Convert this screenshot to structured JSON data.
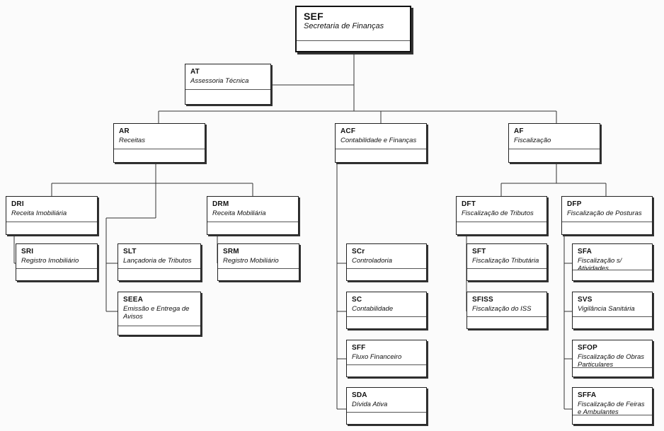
{
  "units": [
    {
      "id": "sef",
      "code": "SEF",
      "name": "Secretaria de Finanças"
    },
    {
      "id": "at",
      "code": "AT",
      "name": "Assessoria Técnica"
    },
    {
      "id": "ar",
      "code": "AR",
      "name": "Receitas"
    },
    {
      "id": "acf",
      "code": "ACF",
      "name": "Contabilidade e Finanças"
    },
    {
      "id": "af",
      "code": "AF",
      "name": "Fiscalização"
    },
    {
      "id": "dri",
      "code": "DRI",
      "name": "Receita Imobiliária"
    },
    {
      "id": "drm",
      "code": "DRM",
      "name": "Receita Mobiliária"
    },
    {
      "id": "sri",
      "code": "SRI",
      "name": "Registro Imobiliário"
    },
    {
      "id": "slt",
      "code": "SLT",
      "name": "Lançadoria de Tributos"
    },
    {
      "id": "srm",
      "code": "SRM",
      "name": "Registro Mobiliário"
    },
    {
      "id": "seea",
      "code": "SEEA",
      "name": "Emissão e Entrega de Avisos"
    },
    {
      "id": "scr",
      "code": "SCr",
      "name": "Controladoria"
    },
    {
      "id": "sc",
      "code": "SC",
      "name": "Contabilidade"
    },
    {
      "id": "sff",
      "code": "SFF",
      "name": "Fluxo Financeiro"
    },
    {
      "id": "sda",
      "code": "SDA",
      "name": "Dívida Ativa"
    },
    {
      "id": "dft",
      "code": "DFT",
      "name": "Fiscalização de Tributos"
    },
    {
      "id": "dfp",
      "code": "DFP",
      "name": "Fiscalização de  Posturas"
    },
    {
      "id": "sft",
      "code": "SFT",
      "name": "Fiscalização Tributária"
    },
    {
      "id": "sfiss",
      "code": "SFISS",
      "name": "Fiscalização do ISS"
    },
    {
      "id": "sfa",
      "code": "SFA",
      "name": "Fiscalização  s/ Atividades"
    },
    {
      "id": "svs",
      "code": "SVS",
      "name": "Vigilância Sanitária"
    },
    {
      "id": "sfop",
      "code": "SFOP",
      "name": "Fiscalização de Obras Particulares"
    },
    {
      "id": "sffa",
      "code": "SFFA",
      "name": "Fiscalização de Feiras  e Ambulantes"
    }
  ],
  "colors": {
    "line": "#333333",
    "box_border": "#222222",
    "text": "#111111",
    "background": "#fbfbfb"
  }
}
